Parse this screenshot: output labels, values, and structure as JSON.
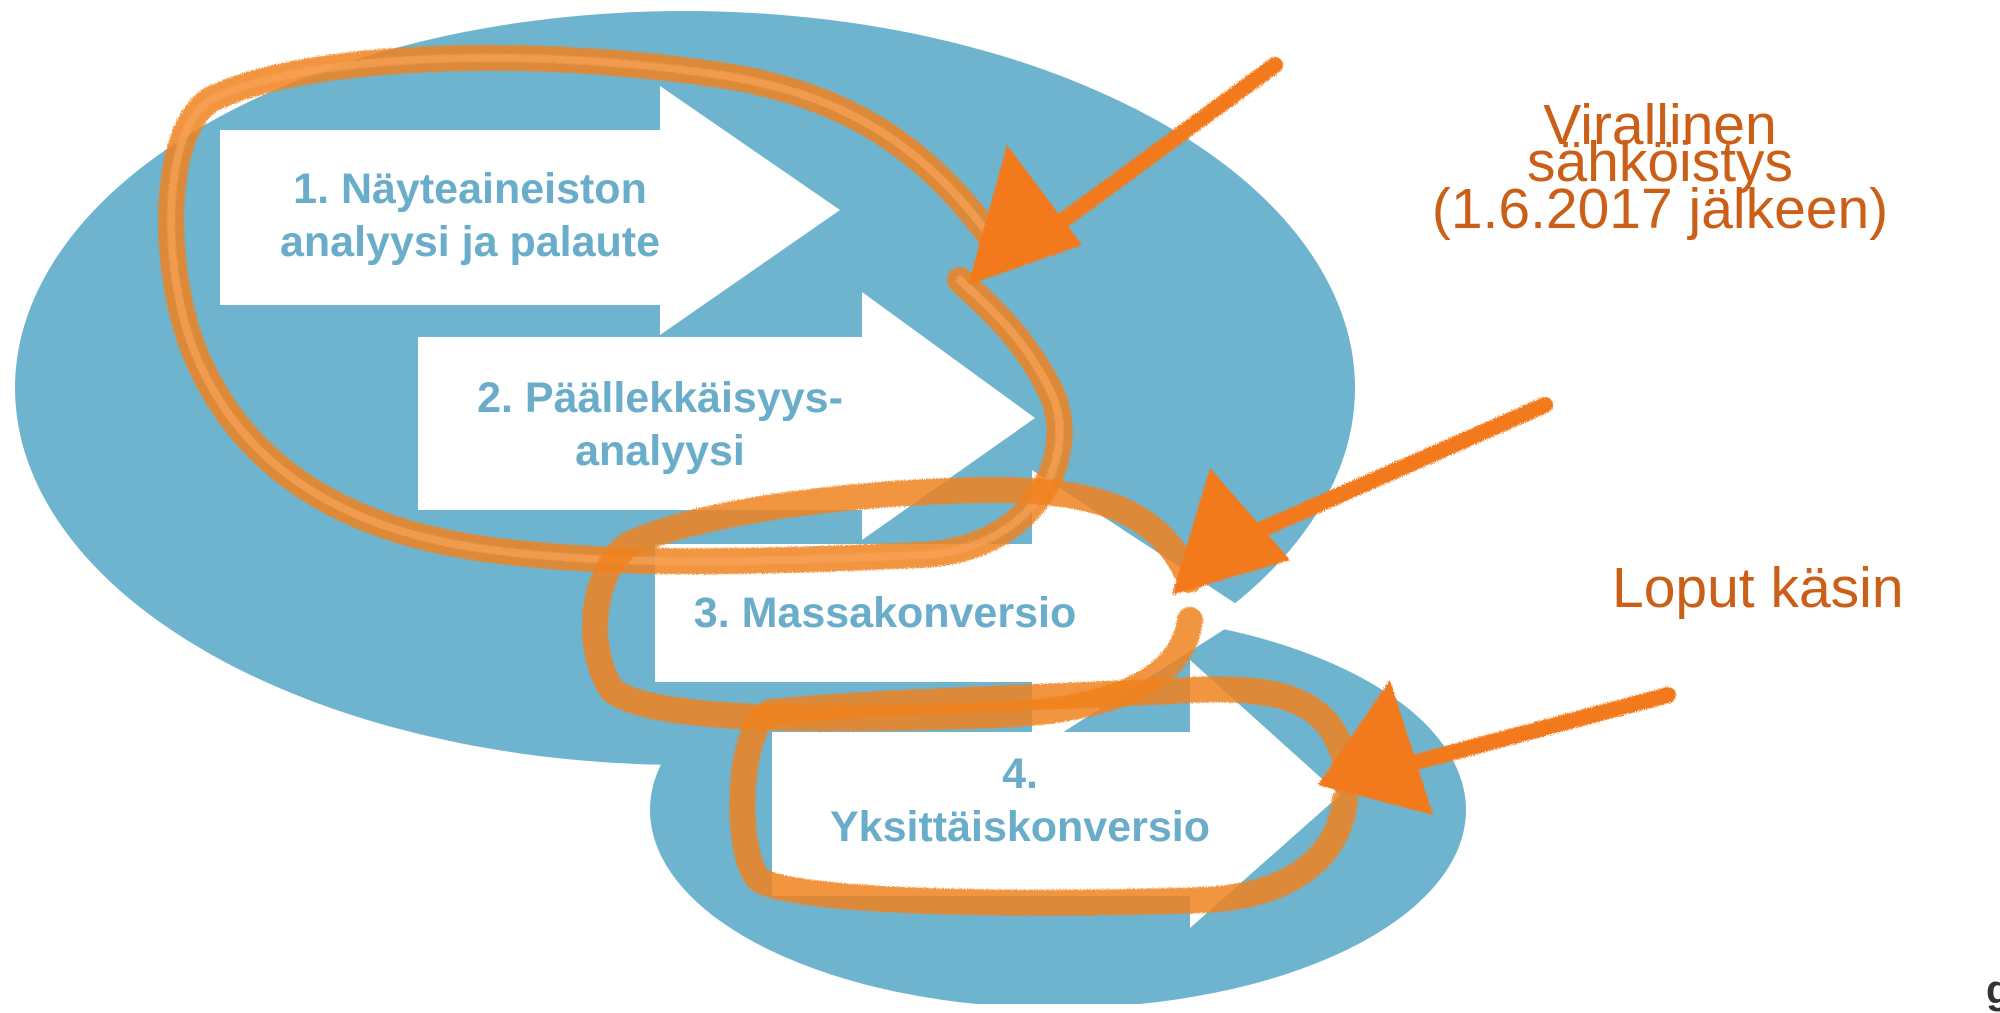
{
  "colors": {
    "ellipse": "#6fb4cf",
    "step_text": "#6aadca",
    "orange": "#f27a1a",
    "orange_text": "#cc5f17",
    "arrow_box": "#ffffff"
  },
  "steps": [
    {
      "line1": "1. Näyteaineiston",
      "line2": "analyysi ja palaute"
    },
    {
      "line1": "2. Päällekkäisyys-",
      "line2": "analyysi"
    },
    {
      "line1": "3. Massakonversio",
      "line2": ""
    },
    {
      "line1": "4.",
      "line2": "Yksittäiskonversio"
    }
  ],
  "labels": {
    "official": {
      "line1": "Virallinen",
      "line2": "sähköistys",
      "line3": "(1.6.2017 jälkeen)"
    },
    "manual": "Loput käsin"
  },
  "corner_mark": "g"
}
